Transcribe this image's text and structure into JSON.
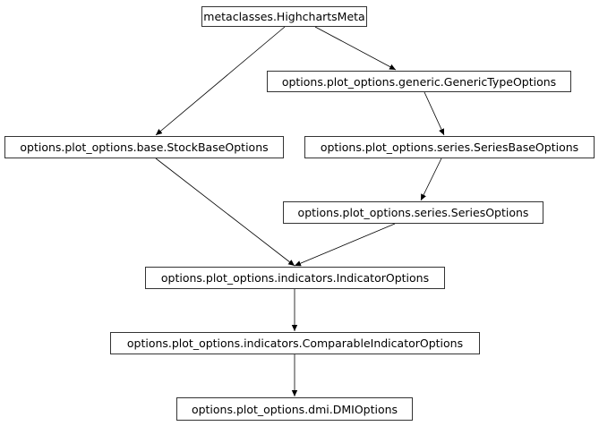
{
  "nodes": {
    "highcharts_meta": "metaclasses.HighchartsMeta",
    "generic_type_options": "options.plot_options.generic.GenericTypeOptions",
    "stock_base_options": "options.plot_options.base.StockBaseOptions",
    "series_base_options": "options.plot_options.series.SeriesBaseOptions",
    "series_options": "options.plot_options.series.SeriesOptions",
    "indicator_options": "options.plot_options.indicators.IndicatorOptions",
    "comparable_indicator_options": "options.plot_options.indicators.ComparableIndicatorOptions",
    "dmi_options": "options.plot_options.dmi.DMIOptions"
  },
  "edges": [
    {
      "from": "highcharts_meta",
      "to": "generic_type_options"
    },
    {
      "from": "highcharts_meta",
      "to": "stock_base_options"
    },
    {
      "from": "generic_type_options",
      "to": "series_base_options"
    },
    {
      "from": "series_base_options",
      "to": "series_options"
    },
    {
      "from": "stock_base_options",
      "to": "indicator_options"
    },
    {
      "from": "series_options",
      "to": "indicator_options"
    },
    {
      "from": "indicator_options",
      "to": "comparable_indicator_options"
    },
    {
      "from": "comparable_indicator_options",
      "to": "dmi_options"
    }
  ],
  "colors": {
    "edge": "#000000",
    "border": "#333333",
    "background": "#ffffff"
  }
}
